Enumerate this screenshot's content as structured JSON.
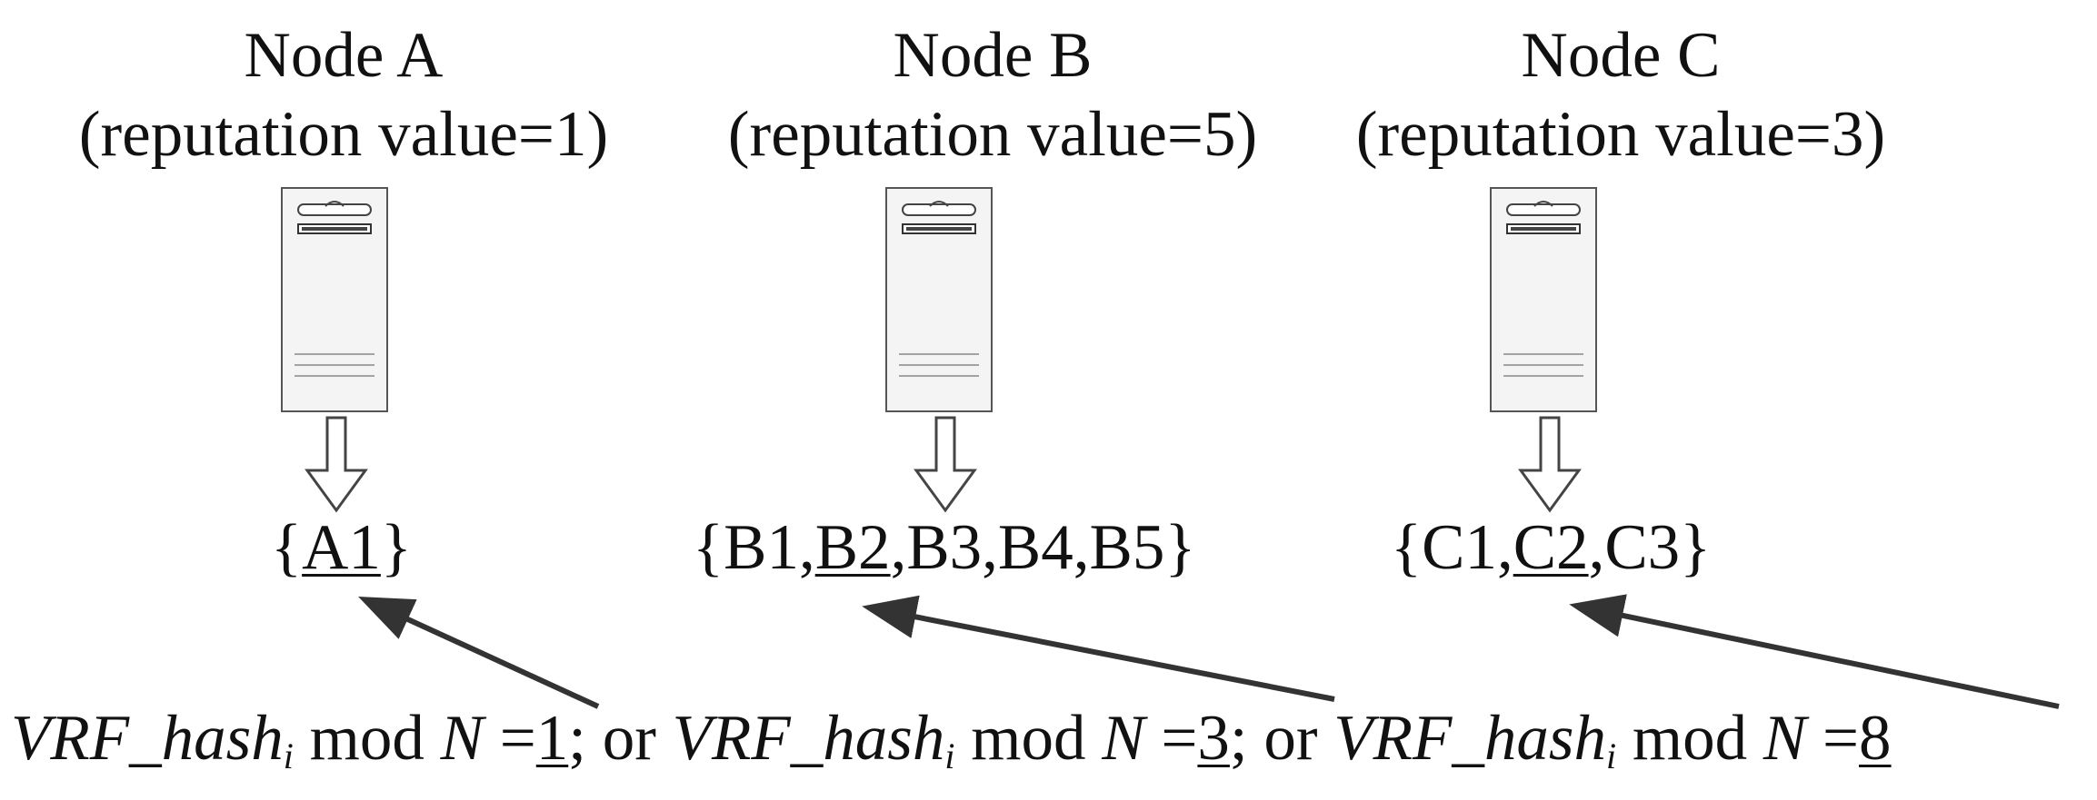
{
  "nodes": [
    {
      "name": "Node A",
      "reputation": "(reputation value=1)",
      "tokens": [
        "A1"
      ],
      "selected": "A1"
    },
    {
      "name": "Node B",
      "reputation": "(reputation value=5)",
      "tokens": [
        "B1",
        "B2",
        "B3",
        "B4",
        "B5"
      ],
      "selected": "B2"
    },
    {
      "name": "Node C",
      "reputation": "(reputation value=3)",
      "tokens": [
        "C1",
        "C2",
        "C3"
      ],
      "selected": "C2"
    }
  ],
  "formula": {
    "hash": "VRF_hash",
    "subscript": "i",
    "op": "mod",
    "var": "N",
    "eq": "=",
    "results": [
      "1",
      "3",
      "8"
    ],
    "sep1": "; or",
    "sep2": "; or"
  }
}
